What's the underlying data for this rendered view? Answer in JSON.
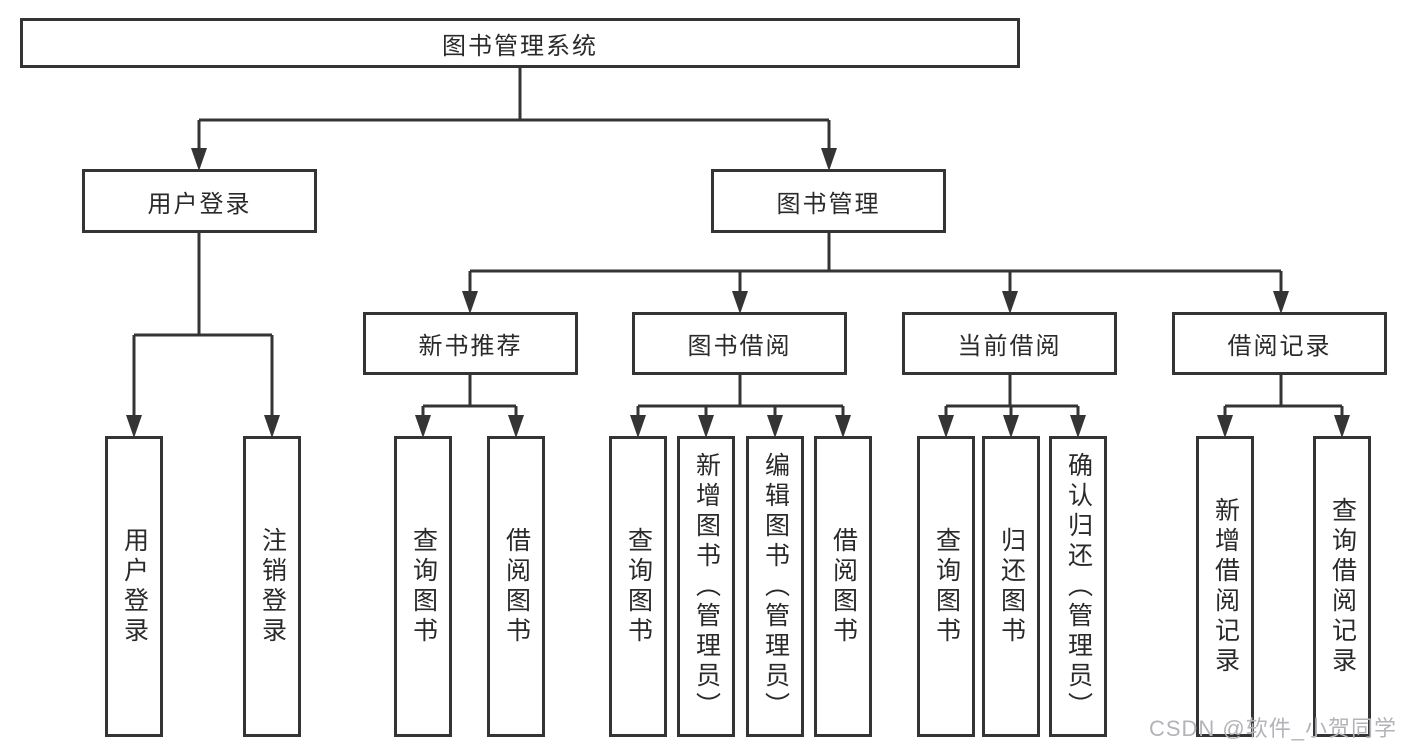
{
  "watermark": "CSDN @软件_小贺同学",
  "colors": {
    "line": "#343434",
    "text": "#2a2a2a",
    "watermark": "#b3b3b9",
    "background": "#ffffff"
  },
  "tree": {
    "id": "library-management-system",
    "label": "图书管理系统",
    "children": [
      {
        "id": "user-login",
        "label": "用户登录",
        "children": [
          {
            "id": "user-login-action",
            "label": "用户登录"
          },
          {
            "id": "logout-action",
            "label": "注销登录"
          }
        ]
      },
      {
        "id": "book-management",
        "label": "图书管理",
        "children": [
          {
            "id": "new-book-recommend",
            "label": "新书推荐",
            "children": [
              {
                "id": "nbr-query-books",
                "label": "查询图书"
              },
              {
                "id": "nbr-borrow-books",
                "label": "借阅图书"
              }
            ]
          },
          {
            "id": "book-borrowing",
            "label": "图书借阅",
            "children": [
              {
                "id": "bb-query-books",
                "label": "查询图书"
              },
              {
                "id": "bb-add-books-admin",
                "label": "新增图书（管理员）"
              },
              {
                "id": "bb-edit-books-admin",
                "label": "编辑图书（管理员）"
              },
              {
                "id": "bb-borrow-books",
                "label": "借阅图书"
              }
            ]
          },
          {
            "id": "current-borrowing",
            "label": "当前借阅",
            "children": [
              {
                "id": "cb-query-books",
                "label": "查询图书"
              },
              {
                "id": "cb-return-books",
                "label": "归还图书"
              },
              {
                "id": "cb-confirm-return-admin",
                "label": "确认归还（管理员）"
              }
            ]
          },
          {
            "id": "borrowing-records",
            "label": "借阅记录",
            "children": [
              {
                "id": "br-add-record",
                "label": "新增借阅记录"
              },
              {
                "id": "br-query-record",
                "label": "查询借阅记录"
              }
            ]
          }
        ]
      }
    ]
  }
}
